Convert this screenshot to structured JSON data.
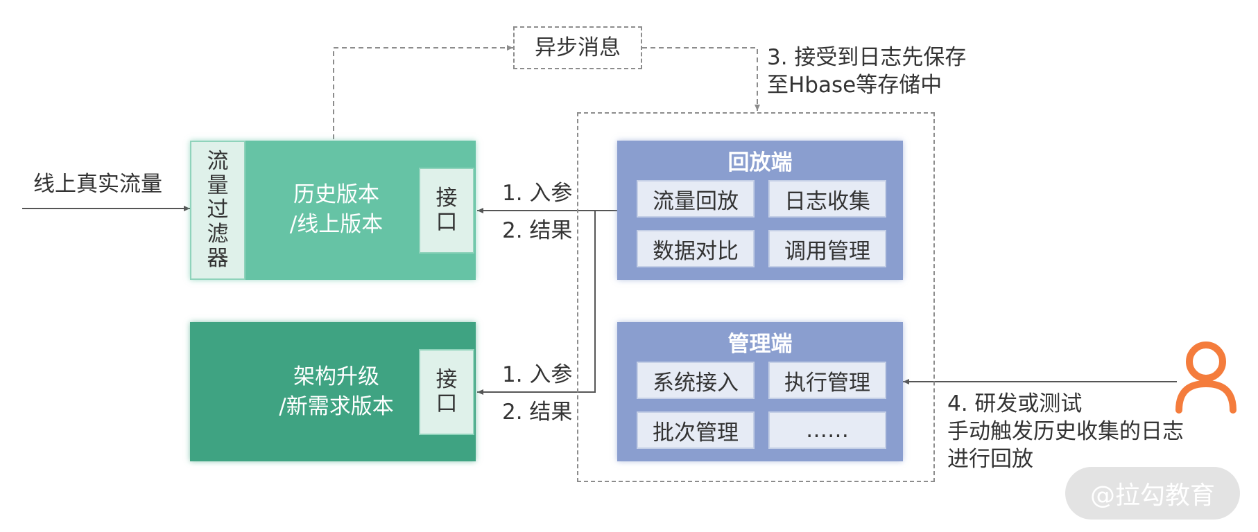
{
  "input": {
    "label": "线上真实流量"
  },
  "filter": {
    "label": [
      "流",
      "量",
      "过",
      "滤",
      "器"
    ]
  },
  "online_version": {
    "line1": "历史版本",
    "line2": "/线上版本",
    "interface": [
      "接",
      "口"
    ]
  },
  "new_version": {
    "line1": "架构升级",
    "line2": "/新需求版本",
    "interface": [
      "接",
      "口"
    ]
  },
  "async_msg": {
    "label": "异步消息"
  },
  "step3": {
    "line1": "3. 接受到日志先保存",
    "line2": "至Hbase等存储中"
  },
  "replay_panel": {
    "title": "回放端",
    "cells": [
      "流量回放",
      "日志收集",
      "数据对比",
      "调用管理"
    ]
  },
  "manage_panel": {
    "title": "管理端",
    "cells": [
      "系统接入",
      "执行管理",
      "批次管理",
      "……"
    ]
  },
  "upper_edge": {
    "param": "1. 入参",
    "result": "2. 结果"
  },
  "lower_edge": {
    "param": "1. 入参",
    "result": "2. 结果"
  },
  "step4": {
    "line1": "4. 研发或测试",
    "line2": "手动触发历史收集的日志",
    "line3": "进行回放"
  },
  "watermark": {
    "text": "@拉勾教育"
  },
  "colors": {
    "green_light": "#66c3a5",
    "green_dark": "#3fa382",
    "green_pale": "#dff1ea",
    "blue_panel": "#8a9ecf",
    "blue_cell": "#e6ebf5",
    "user_icon": "#f47c3c",
    "line": "#555555"
  },
  "icons": {
    "user": "user-icon"
  }
}
